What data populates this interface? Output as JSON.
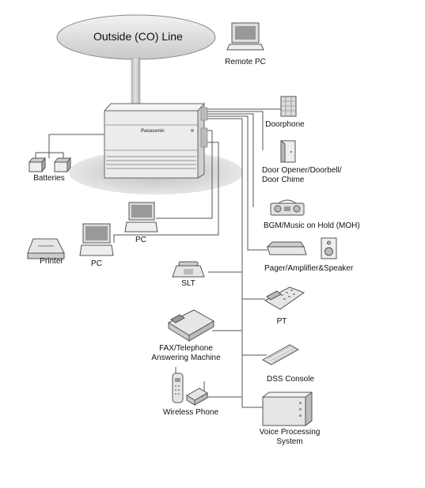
{
  "cloud": {
    "label": "Outside (CO) Line"
  },
  "pbx": {
    "brand": "Panasonic"
  },
  "labels": {
    "remote_pc": "Remote PC",
    "doorphone": "Doorphone",
    "door_opener_line1": "Door Opener/Doorbell/",
    "door_opener_line2": "Door Chime",
    "bgm": "BGM/Music on Hold (MOH)",
    "batteries": "Batteries",
    "pc_upper": "PC",
    "printer": "Printer",
    "pc_lower": "PC",
    "slt": "SLT",
    "pager": "Pager/Amplifier&Speaker",
    "pt": "PT",
    "fax_line1": "FAX/Telephone",
    "fax_line2": "Answering Machine",
    "dss": "DSS Console",
    "wireless": "Wireless Phone",
    "vps_line1": "Voice Processing",
    "vps_line2": "System"
  }
}
